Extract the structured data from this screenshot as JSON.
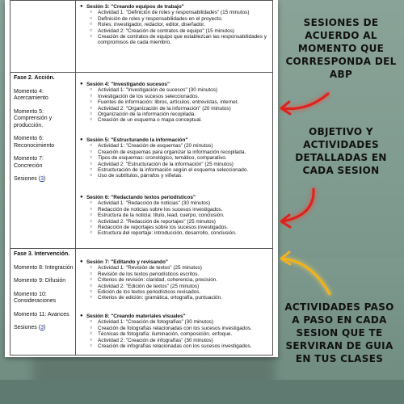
{
  "left_col": {
    "phase2": {
      "title": "Fase 2. Acción.",
      "moments": [
        "Momento 4: Acercamiento",
        "Momento 5: Comprensión y producción.",
        "Momento 6: Reconocimiento",
        "Momento 7: Concreción"
      ],
      "sessions_label": "Sesiones (",
      "sessions_link": "3",
      "sessions_end": ")"
    },
    "phase3": {
      "title": "Fase 3. Intervención.",
      "moments": [
        "Momento 8: Integración",
        "Momento 9: Difusión",
        "Momento 10: Consideraciones",
        "Momento 11: Avances"
      ],
      "sessions_label": "Sesiones (",
      "sessions_link": "3",
      "sessions_end": ")"
    }
  },
  "sessions": [
    {
      "title": "Sesión 3: \"Creando equipos de trabajo\"",
      "items": [
        "Actividad 1: \"Definición de roles y responsabilidades\" (15 minutos)",
        "Definición de roles y responsabilidades en el proyecto.",
        "Roles: investigador, redactor, editor, diseñador.",
        "Actividad 2: \"Creación de contratos de equipo\" (15 minutos)",
        "Creación de contratos de equipo que establezcan las responsabilidades y compromisos de cada miembro."
      ]
    },
    {
      "title": "Sesión 4: \"Investigando sucesos\"",
      "items": [
        "Actividad 1: \"Investigación de sucesos\" (30 minutos)",
        "Investigación de los sucesos seleccionados.",
        "Fuentes de información: libros, artículos, entrevistas, internet.",
        "Actividad 2: \"Organización de la información\" (20 minutos)",
        "Organización de la información recopilada.",
        "Creación de un esquema o mapa conceptual."
      ]
    },
    {
      "title": "Sesión 5: \"Estructurando la información\"",
      "items": [
        "Actividad 1: \"Creación de esquemas\" (20 minutos)",
        "Creación de esquemas para organizar la información recopilada.",
        "Tipos de esquemas: cronológico, temático, comparativo.",
        "Actividad 2: \"Estructuración de la información\" (25 minutos)",
        "Estructuración de la información según el esquema seleccionado.",
        "Uso de subtítulos, párrafos y viñetas."
      ]
    },
    {
      "title": "Sesión 6: \"Redactando textos periodísticos\"",
      "items": [
        "Actividad 1: \"Redacción de noticias\" (30 minutos)",
        "Redacción de noticias sobre los sucesos investigados.",
        "Estructura de la noticia: título, lead, cuerpo, conclusión.",
        "Actividad 2: \"Redacción de reportajes\" (25 minutos)",
        "Redacción de reportajes sobre los sucesos investigados.",
        "Estructura del reportaje: introducción, desarrollo, conclusión."
      ]
    },
    {
      "title": "Sesión 7: \"Editando y revisando\"",
      "items": [
        "Actividad 1: \"Revisión de textos\" (25 minutos)",
        "Revisión de los textos periodísticos escritos.",
        "Criterios de revisión: claridad, coherencia, precisión.",
        "Actividad 2: \"Edición de textos\" (25 minutos)",
        "Edición de los textos periodísticos revisados.",
        "Criterios de edición: gramática, ortografía, puntuación."
      ]
    },
    {
      "title": "Sesión 8: \"Creando materiales visuales\"",
      "items": [
        "Actividad 1: \"Creación de fotografías\" (30 minutos)",
        "Creación de fotografías relacionadas con los sucesos investigados.",
        "Técnicas de fotografía: iluminación, composición, enfoque.",
        "Actividad 2: \"Creación de infografías\" (30 minutos)",
        "Creación de infografías relacionadas con los sucesos investigados."
      ]
    }
  ],
  "notes": {
    "n1": [
      "SESIONES DE",
      "ACUERDO AL",
      "MOMENTO QUE",
      "CORRESPONDA DEL",
      "ABP"
    ],
    "n2": [
      "OBJETIVO Y",
      "ACTIVIDADES",
      "DETALLADAS EN",
      "CADA SESION"
    ],
    "n3": [
      "ACTIVIDADES PASO",
      "A PASO EN CADA",
      "SESION QUE TE",
      "SERVIRAN DE GUIA",
      "EN TUS CLASES"
    ]
  },
  "colors": {
    "arrow_red": "#e0201a",
    "arrow_yellow": "#f2b21c"
  }
}
